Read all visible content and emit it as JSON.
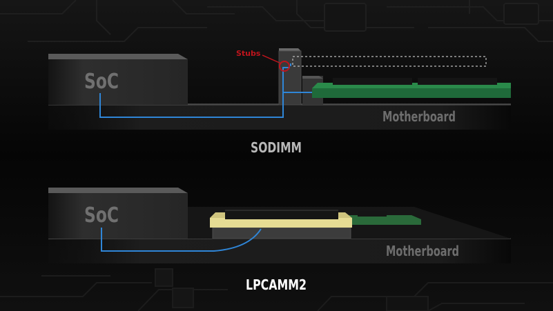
{
  "colors": {
    "background": "#050505",
    "board_face": "#1c1c1c",
    "soc_face": "#2c2c2c",
    "signal_trace": "#2f86d8",
    "stub_marker": "#c0141c",
    "module_green": "#1f6a3a",
    "lpcamm_gold": "#e6dc94",
    "label_gray": "#6d6d6d",
    "caption_sodimm": "#b8b8b8",
    "caption_lpcamm2": "#ffffff"
  },
  "sodimm": {
    "soc_label": "SoC",
    "board_label": "Motherboard",
    "stub_label": "Stubs",
    "caption": "SODIMM"
  },
  "lpcamm2": {
    "soc_label": "SoC",
    "board_label": "Motherboard",
    "caption": "LPCAMM2"
  }
}
